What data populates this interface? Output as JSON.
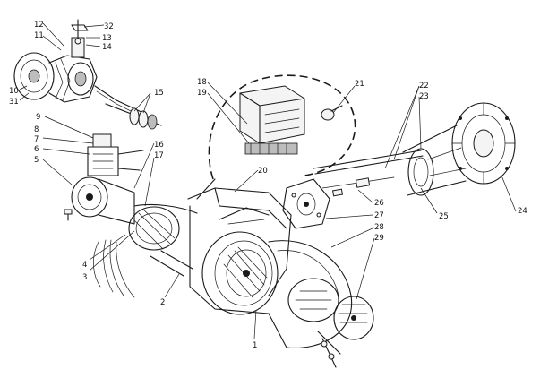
{
  "diagram": {
    "callouts": [
      "1",
      "2",
      "3",
      "4",
      "5",
      "6",
      "7",
      "8",
      "9",
      "10",
      "11",
      "12",
      "13",
      "14",
      "15",
      "16",
      "17",
      "18",
      "19",
      "20",
      "21",
      "22",
      "23",
      "24",
      "25",
      "26",
      "27",
      "28",
      "29",
      "31",
      "32"
    ]
  }
}
